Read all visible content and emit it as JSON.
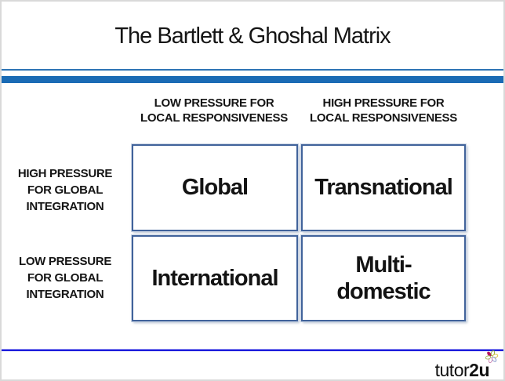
{
  "title": "The Bartlett & Ghoshal Matrix",
  "matrix": {
    "column_headers": [
      "LOW PRESSURE FOR\nLOCAL RESPONSIVENESS",
      "HIGH PRESSURE FOR\nLOCAL RESPONSIVENESS"
    ],
    "row_headers": [
      "HIGH PRESSURE\nFOR GLOBAL\nINTEGRATION",
      "LOW PRESSURE\nFOR GLOBAL\nINTEGRATION"
    ],
    "cells": [
      {
        "label": "Global"
      },
      {
        "label": "Transnational"
      },
      {
        "label": "International"
      },
      {
        "label": "Multi-\ndomestic"
      }
    ]
  },
  "footer": {
    "logo_regular": "tutor",
    "logo_bold": "2u",
    "logo_icon": "pinwheel-flower-icon"
  },
  "colors": {
    "header_bar_blue": "#1A6BB5",
    "header_rule_blue": "#2E74B5",
    "cell_border_blue": "#41639B",
    "footer_rule_blue": "#1E1EDC",
    "text": "#1A1A1A"
  }
}
